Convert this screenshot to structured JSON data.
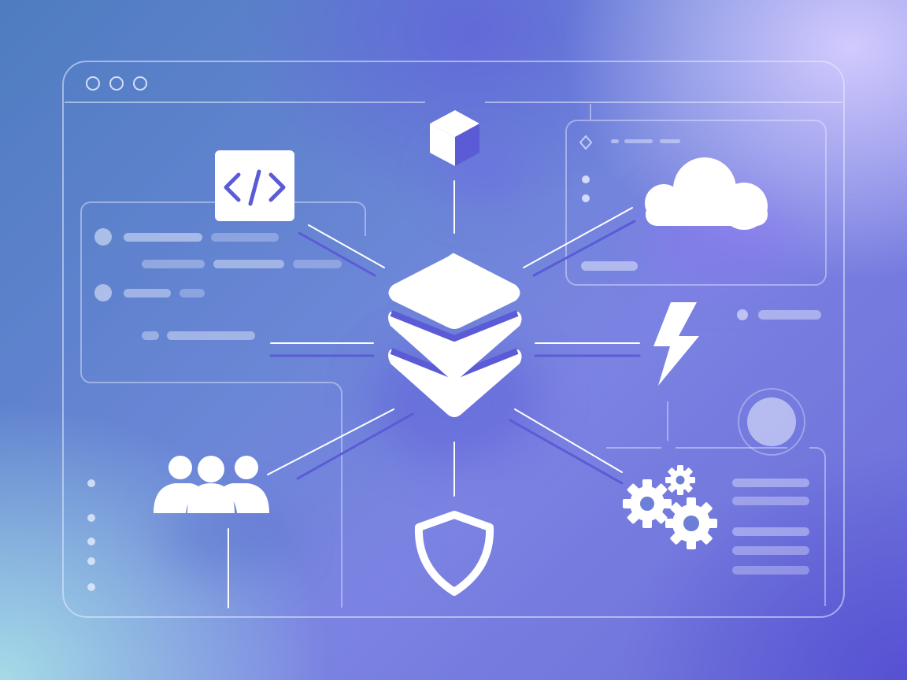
{
  "browser_window": {
    "controls": [
      "window-dot",
      "window-dot",
      "window-dot"
    ]
  },
  "center_hub": {
    "icon": "layers-stack-icon"
  },
  "nodes": [
    {
      "icon": "code-icon",
      "glyph": "</>"
    },
    {
      "icon": "cube-icon"
    },
    {
      "icon": "cloud-icon"
    },
    {
      "icon": "lightning-icon"
    },
    {
      "icon": "gears-icon"
    },
    {
      "icon": "shield-icon"
    },
    {
      "icon": "users-icon"
    }
  ],
  "colors": {
    "accent": "#5b5bd6",
    "line": "#ffffff",
    "panel_stroke": "#e6ebff"
  }
}
